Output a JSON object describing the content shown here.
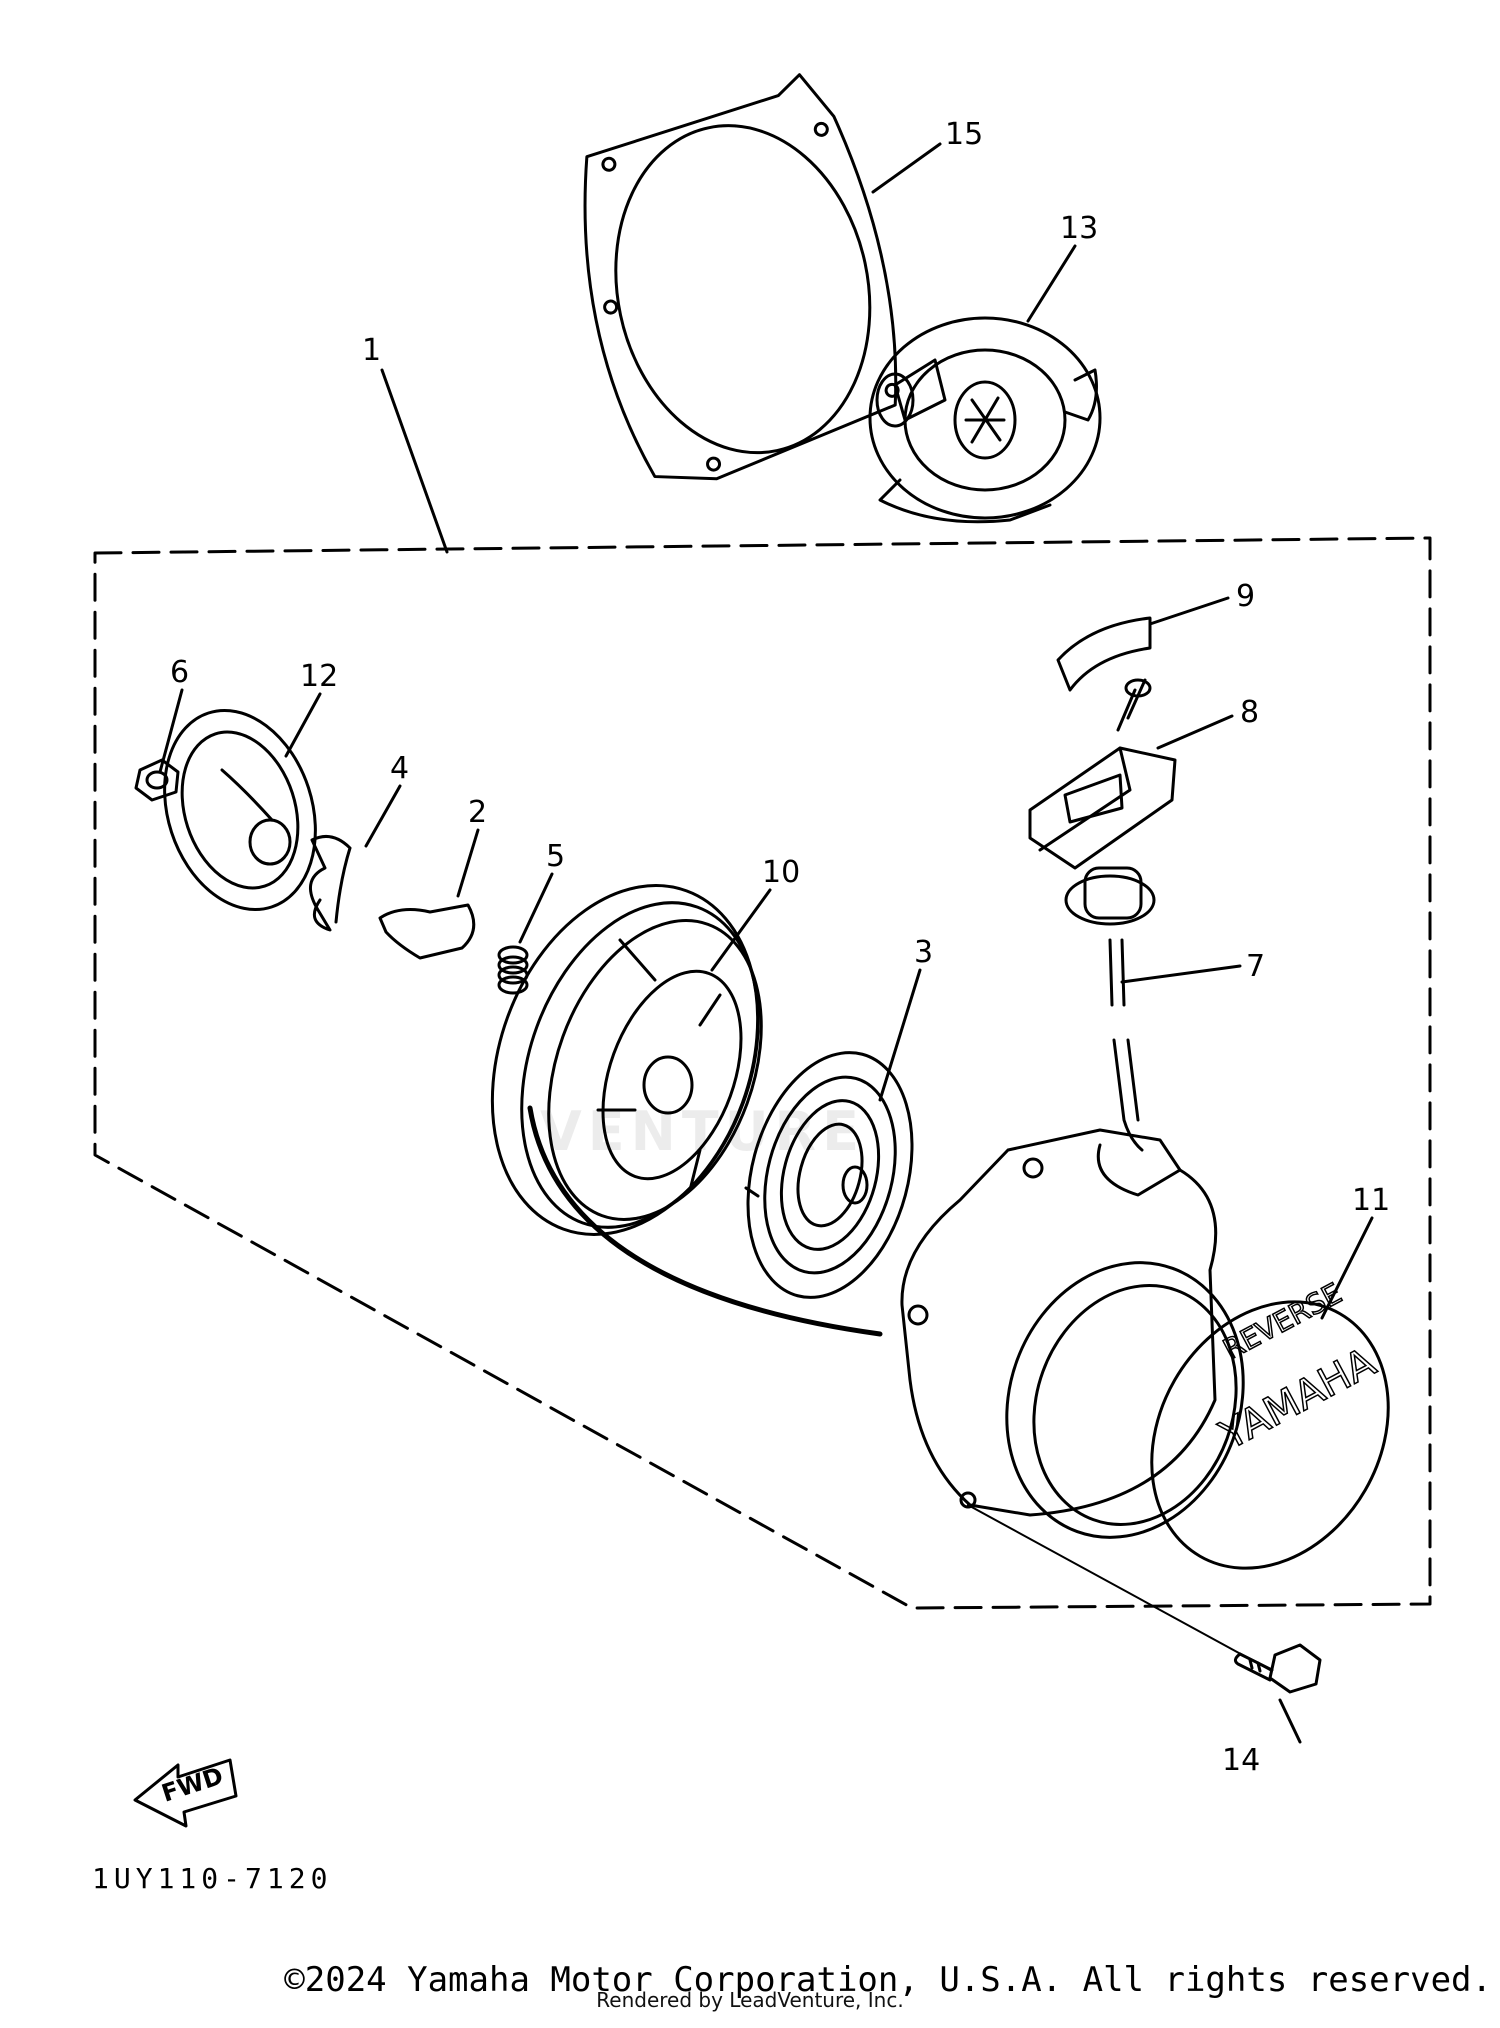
{
  "diagram": {
    "callouts": [
      {
        "id": "1",
        "text": "1"
      },
      {
        "id": "2",
        "text": "2"
      },
      {
        "id": "3",
        "text": "3"
      },
      {
        "id": "4",
        "text": "4"
      },
      {
        "id": "5",
        "text": "5"
      },
      {
        "id": "6",
        "text": "6"
      },
      {
        "id": "7",
        "text": "7"
      },
      {
        "id": "8",
        "text": "8"
      },
      {
        "id": "9",
        "text": "9"
      },
      {
        "id": "10",
        "text": "10"
      },
      {
        "id": "11",
        "text": "11"
      },
      {
        "id": "12",
        "text": "12"
      },
      {
        "id": "13",
        "text": "13"
      },
      {
        "id": "14",
        "text": "14"
      },
      {
        "id": "15",
        "text": "15"
      }
    ],
    "fwd_label": "FWD",
    "drawing_code": "1UY110-7120",
    "cover_text_top": "REVERSE",
    "cover_text_main": "YAMAHA",
    "watermark": "VENTURE"
  },
  "footer": {
    "copyright": "©2024 Yamaha Motor Corporation, U.S.A. All rights reserved.",
    "rendered_by": "Rendered by LeadVenture, Inc."
  }
}
